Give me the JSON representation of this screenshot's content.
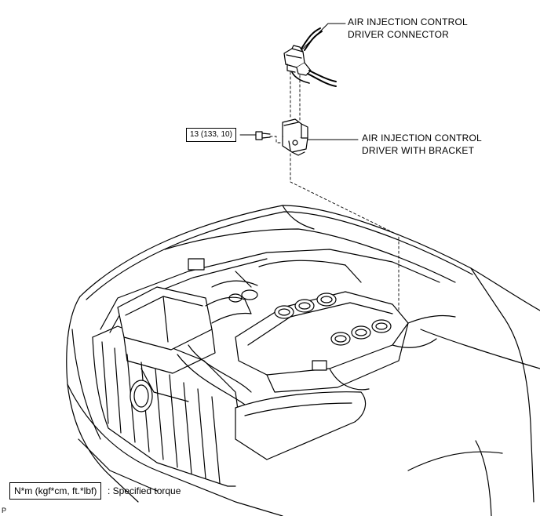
{
  "callouts": {
    "connector": [
      "AIR INJECTION CONTROL",
      "DRIVER CONNECTOR"
    ],
    "driver": [
      "AIR INJECTION CONTROL",
      "DRIVER WITH BRACKET"
    ]
  },
  "torque_spec": "13 (133, 10)",
  "legend": {
    "unit_box": "N*m (kgf*cm, ft.*lbf)",
    "description": ": Specified torque"
  },
  "corner_mark": "P"
}
